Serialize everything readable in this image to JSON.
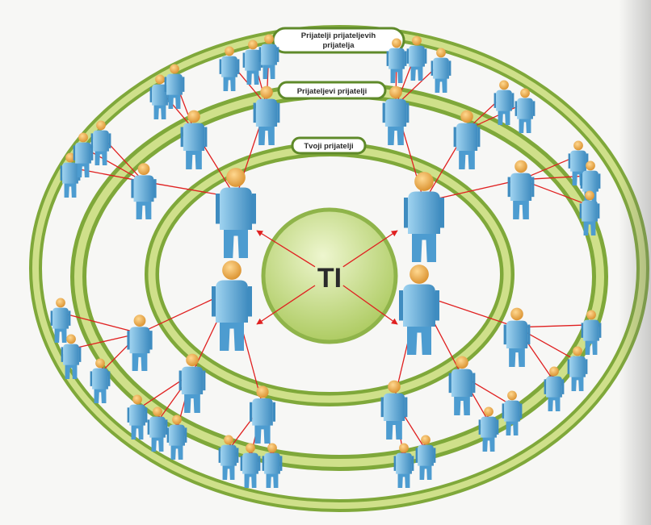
{
  "diagram": {
    "center_label": "TI",
    "rings": [
      {
        "id": "outer",
        "label_lines": [
          "Prijatelji prijateljevih",
          "prijatelja"
        ]
      },
      {
        "id": "middle",
        "label_lines": [
          "Prijateljevi prijatelji"
        ]
      },
      {
        "id": "inner",
        "label_lines": [
          "Tvoji prijatelji"
        ]
      }
    ],
    "colors": {
      "ring_light": "#cfe08a",
      "ring_dark": "#7fa83a",
      "center_fill": "#c5dc80",
      "center_border": "#8fb44a",
      "arrow": "#e02020",
      "person_body": "#6fb6e0",
      "person_body_dark": "#3f8cc0",
      "person_head": "#f2b04c"
    },
    "icons": [
      "person-icon",
      "arrow-icon"
    ]
  }
}
